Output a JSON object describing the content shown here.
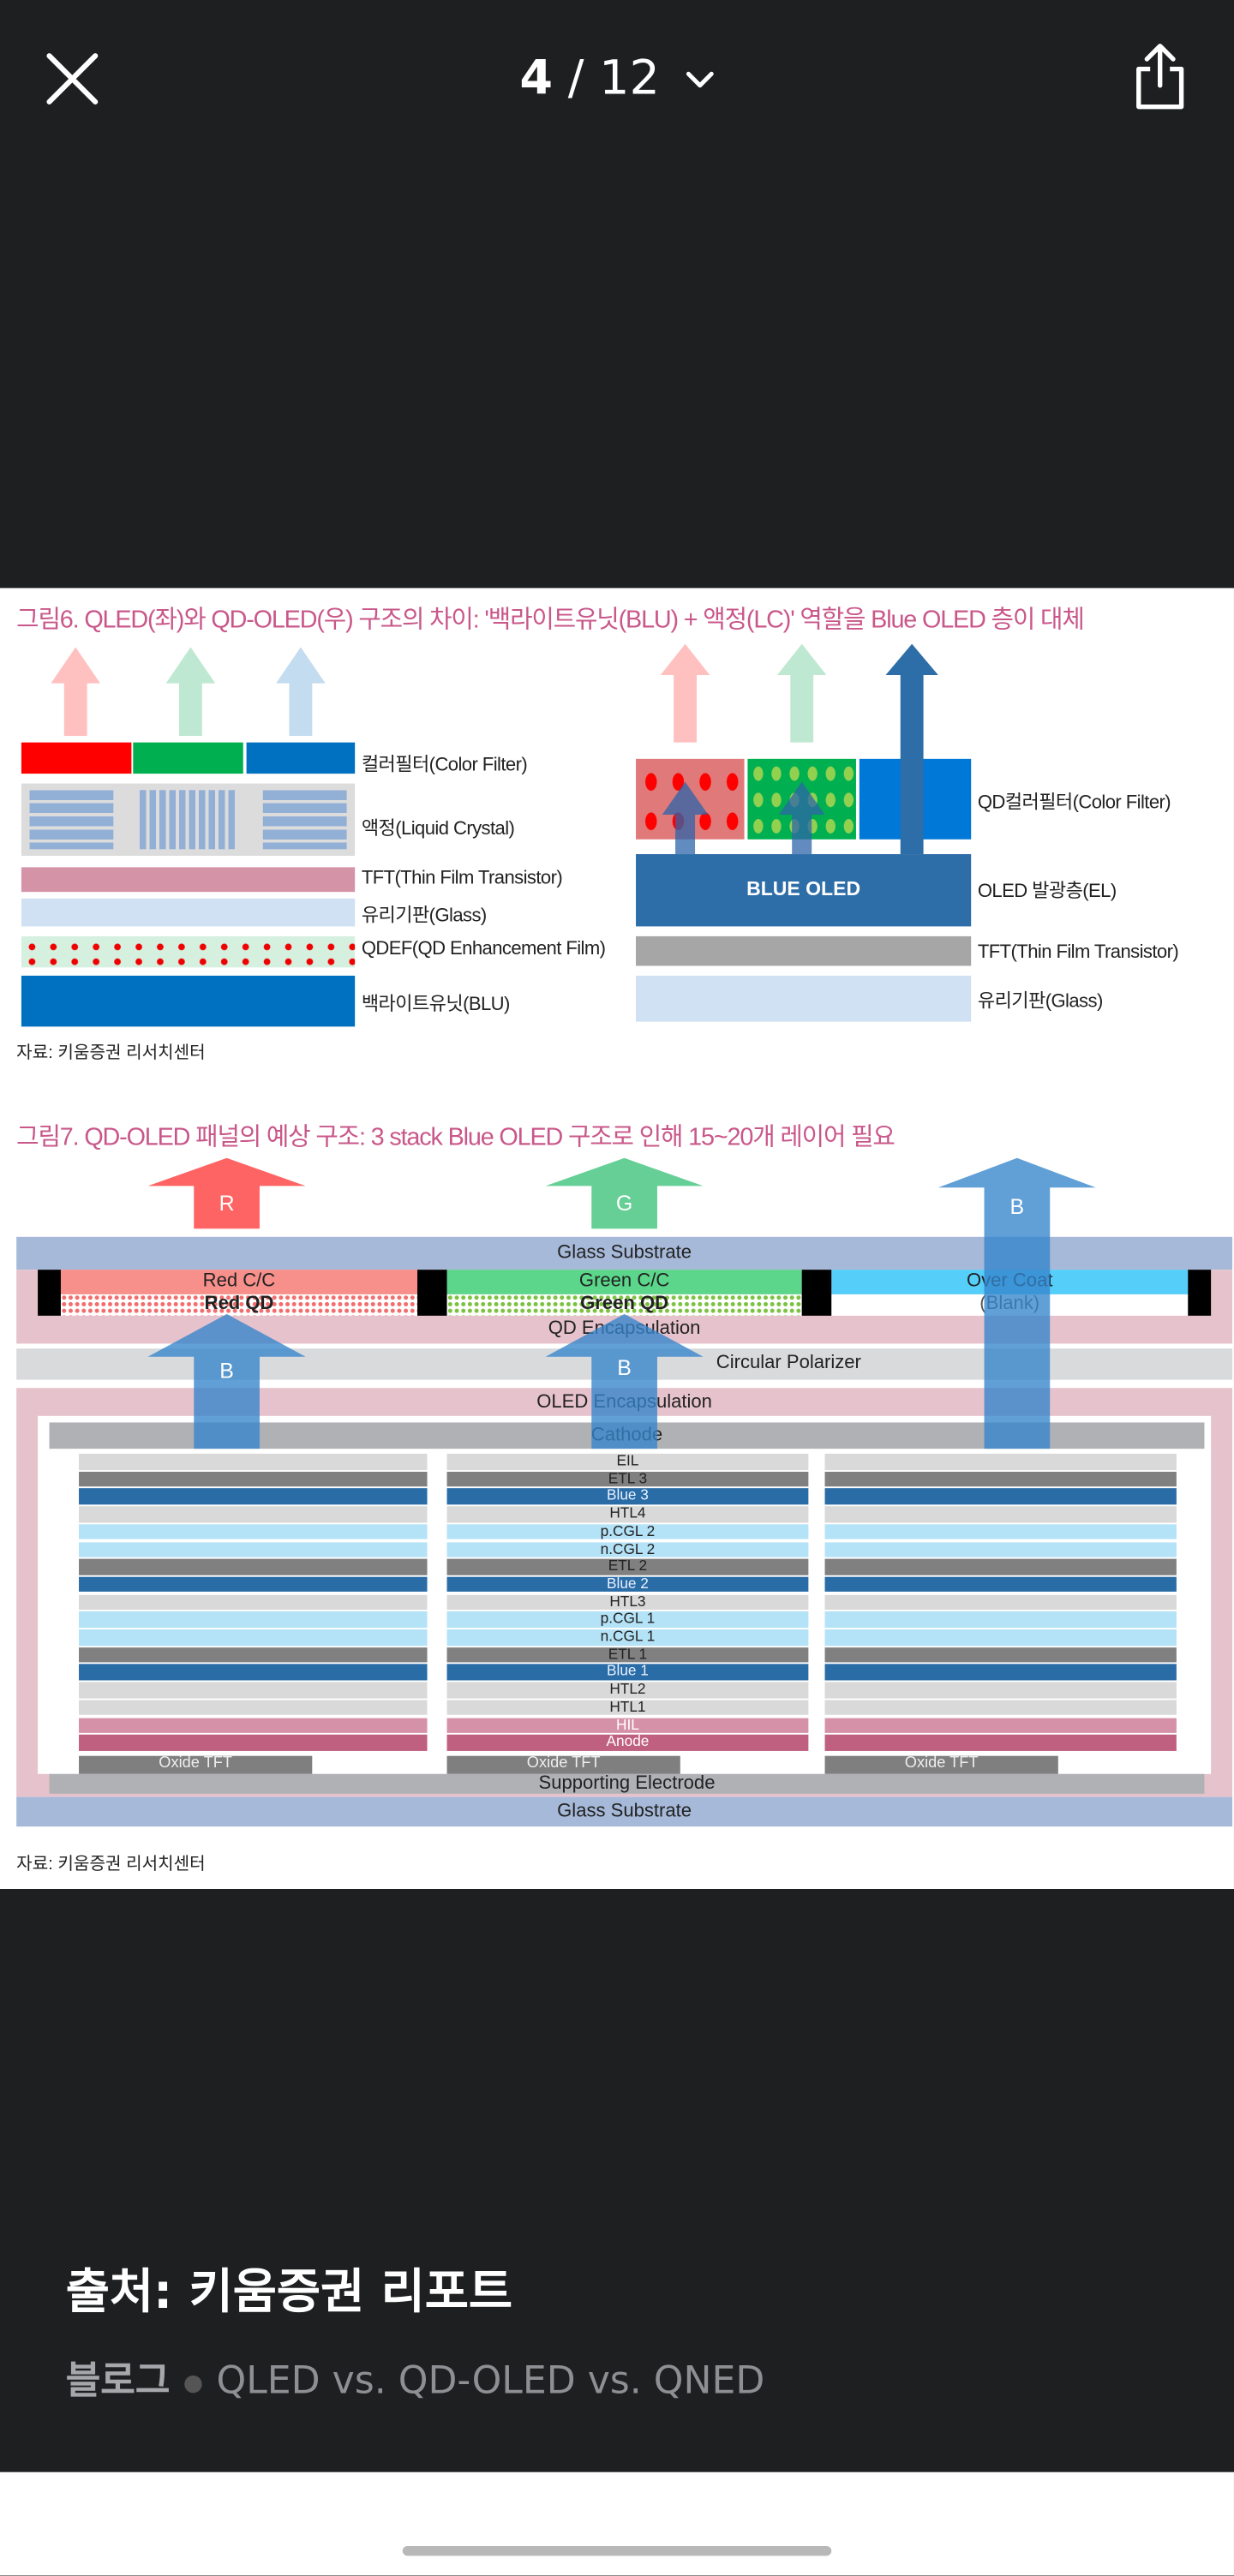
{
  "header": {
    "current_page": "4",
    "separator": "/",
    "total_pages": "12",
    "close_icon": "close-icon",
    "dropdown_icon": "chevron-down-icon",
    "share_icon": "share-icon"
  },
  "figure6": {
    "title": "그림6. QLED(좌)와 QD-OLED(우) 구조의 차이: '백라이트유닛(BLU) + 액정(LC)' 역할을 Blue OLED 층이 대체",
    "left_labels": [
      "컬러필터(Color Filter)",
      "액정(Liquid Crystal)",
      "TFT(Thin Film Transistor)",
      "유리기판(Glass)",
      "QDEF(QD Enhancement Film)",
      "백라이트유닛(BLU)"
    ],
    "right_labels": [
      "QD컬러필터(Color Filter)",
      "OLED 발광층(EL)",
      "TFT(Thin Film Transistor)",
      "유리기판(Glass)"
    ],
    "blue_oled": "BLUE OLED",
    "source": "자료: 키움증권 리서치센터"
  },
  "figure7": {
    "title": "그림7. QD-OLED 패널의 예상 구조: 3 stack Blue OLED 구조로 인해 15~20개 레이어 필요",
    "arrows": {
      "r": "R",
      "g": "G",
      "b": "B"
    },
    "glass_top": "Glass Substrate",
    "red_cc": "Red C/C",
    "red_qd": "Red QD",
    "green_cc": "Green C/C",
    "green_qd": "Green QD",
    "over_coat": "Over Coat",
    "blank": "(Blank)",
    "qd_encap": "QD Encapsulation",
    "polarizer": "Circular Polarizer",
    "oled_encap": "OLED Encapsulation",
    "cathode": "Cathode",
    "layers": [
      {
        "label": "EIL",
        "color": "#d9d9d9",
        "text": "#222"
      },
      {
        "label": "ETL 3",
        "color": "#808080",
        "text": "#222"
      },
      {
        "label": "Blue 3",
        "color": "#2a6ca6",
        "text": "#e8f0ff"
      },
      {
        "label": "HTL4",
        "color": "#d9d9d9",
        "text": "#222"
      },
      {
        "label": "p.CGL 2",
        "color": "#b4e2f7",
        "text": "#222"
      },
      {
        "label": "n.CGL 2",
        "color": "#b4e2f7",
        "text": "#222"
      },
      {
        "label": "ETL 2",
        "color": "#808080",
        "text": "#222"
      },
      {
        "label": "Blue 2",
        "color": "#2a6ca6",
        "text": "#e8f0ff"
      },
      {
        "label": "HTL3",
        "color": "#d9d9d9",
        "text": "#222"
      },
      {
        "label": "p.CGL 1",
        "color": "#b4e2f7",
        "text": "#222"
      },
      {
        "label": "n.CGL 1",
        "color": "#b4e2f7",
        "text": "#222"
      },
      {
        "label": "ETL 1",
        "color": "#808080",
        "text": "#222"
      },
      {
        "label": "Blue 1",
        "color": "#2a6ca6",
        "text": "#e8f0ff"
      },
      {
        "label": "HTL2",
        "color": "#d9d9d9",
        "text": "#222"
      },
      {
        "label": "HTL1",
        "color": "#d9d9d9",
        "text": "#222"
      },
      {
        "label": "HIL",
        "color": "#d591a8",
        "text": "#fff"
      },
      {
        "label": "Anode",
        "color": "#c06080",
        "text": "#fff"
      }
    ],
    "oxide_tft": "Oxide TFT",
    "supporting": "Supporting Electrode",
    "glass_bottom": "Glass Substrate",
    "source": "자료: 키움증권 리서치센터"
  },
  "caption": {
    "title": "출처: 키움증권 리포트",
    "blog": "블로그",
    "post_title": "QLED vs. QD-OLED vs. QNED"
  }
}
